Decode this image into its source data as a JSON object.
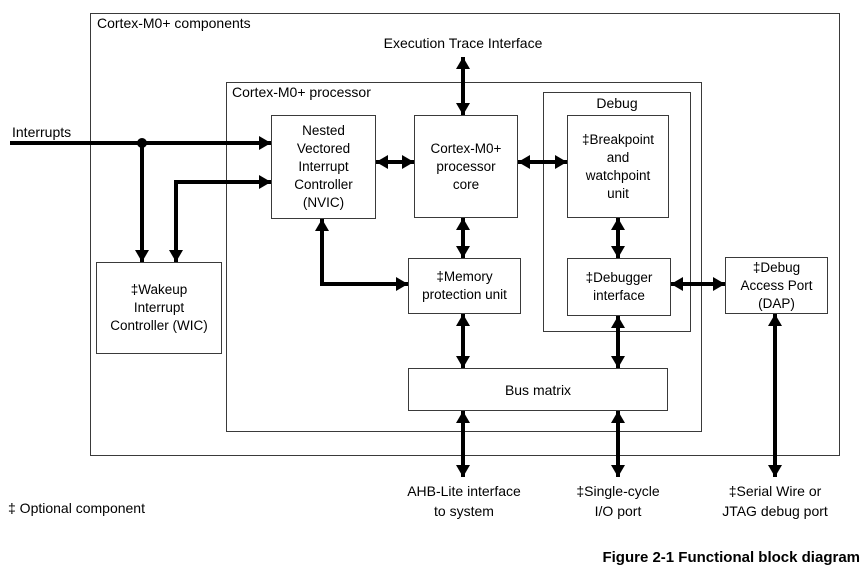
{
  "frames": {
    "components_label": "Cortex-M0+ components",
    "processor_label": "Cortex-M0+ processor",
    "debug_label": "Debug"
  },
  "blocks": {
    "nvic": {
      "lines": [
        "Nested",
        "Vectored",
        "Interrupt",
        "Controller",
        "(NVIC)"
      ]
    },
    "core": {
      "lines": [
        "Cortex-M0+",
        "processor",
        "core"
      ]
    },
    "mpu": {
      "lines": [
        "‡Memory",
        "protection unit"
      ]
    },
    "bpu": {
      "lines": [
        "‡Breakpoint",
        "and",
        "watchpoint",
        "unit"
      ]
    },
    "debugger": {
      "lines": [
        "‡Debugger",
        "interface"
      ]
    },
    "dap": {
      "lines": [
        "‡Debug",
        "Access Port",
        "(DAP)"
      ]
    },
    "wic": {
      "lines": [
        "‡Wakeup",
        "Interrupt",
        "Controller (WIC)"
      ]
    },
    "bus_matrix": {
      "lines": [
        "Bus matrix"
      ]
    }
  },
  "external_labels": {
    "interrupts": "Interrupts",
    "execution_trace": "Execution Trace Interface",
    "ahb": {
      "lines": [
        "AHB-Lite interface",
        "to system"
      ]
    },
    "io_port": {
      "lines": [
        "‡Single-cycle",
        "I/O port"
      ]
    },
    "serial_wire": {
      "lines": [
        "‡Serial Wire or",
        "JTAG debug port"
      ]
    },
    "optional_note": "‡ Optional component",
    "caption": "Figure 2-1 Functional block diagram"
  },
  "colors": {
    "background": "#ffffff",
    "box_border": "#3a3a3a",
    "wire": "#000000",
    "text": "#000000"
  }
}
